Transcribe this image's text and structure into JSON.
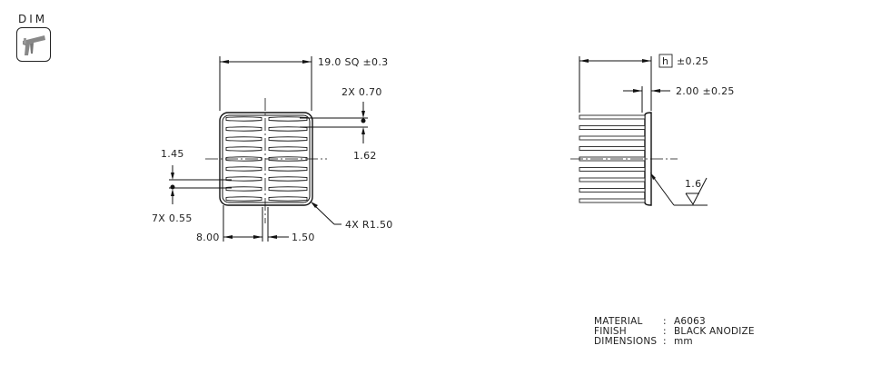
{
  "badge": {
    "label": "DIM",
    "icon": "caliper-icon"
  },
  "top_view": {
    "overall_dim": "19.0 SQ ±0.3",
    "fin_thickness_top": "2X 0.70",
    "fin_pitch_top": "1.62",
    "fin_pitch_left": "1.45",
    "fin_thickness_left": "7X 0.55",
    "half_width": "8.00",
    "slot_width": "1.50",
    "corner_radius": "4X R1.50",
    "fin_rows": 9
  },
  "side_view": {
    "height_symbol": "h",
    "height_tol": "±0.25",
    "base_thickness": "2.00 ±0.25",
    "surface_roughness": "1.6",
    "fin_count": 9
  },
  "notes": [
    {
      "key": "MATERIAL",
      "sep": ":",
      "value": "A6063"
    },
    {
      "key": "FINISH",
      "sep": ":",
      "value": "BLACK ANODIZE"
    },
    {
      "key": "DIMENSIONS",
      "sep": ":",
      "value": "mm"
    }
  ]
}
